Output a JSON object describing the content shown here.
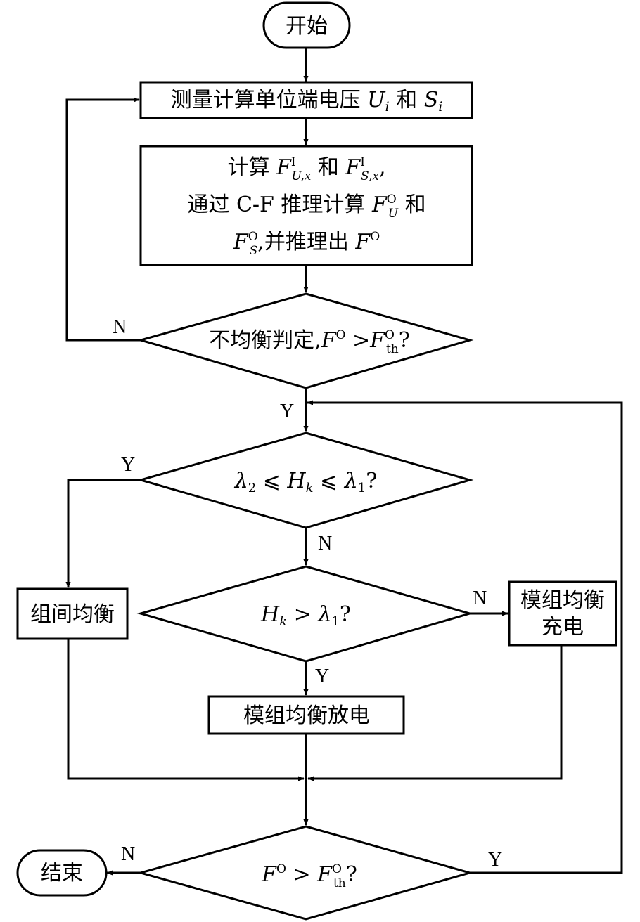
{
  "nodes": {
    "start": "开始",
    "measure": {
      "text": "测量计算单位端电压",
      "U": "U",
      "U_sub": "i",
      "and": "和",
      "S": "S",
      "S_sub": "i"
    },
    "compute": {
      "l1_pre": "计算",
      "l1_F": "F",
      "l1_sup1": "I",
      "l1_sub1": "U,x",
      "l1_and": "和",
      "l1_F2": "F",
      "l1_sup2": "I",
      "l1_sub2": "S,x",
      "l1_end": ",",
      "l2_pre": "通过 C-F 推理计算",
      "l2_F": "F",
      "l2_sup": "O",
      "l2_sub": "U",
      "l2_and": "和",
      "l3_F": "F",
      "l3_sup": "O",
      "l3_sub": "S",
      "l3_mid": ",并推理出",
      "l3_F2": "F",
      "l3_sup2": "O"
    },
    "imbalance": {
      "pre": "不均衡判定,",
      "F": "F",
      "sup": "O",
      "gt": ">",
      "F2": "F",
      "sup2": "O",
      "sub2": "th",
      "q": "?"
    },
    "lambda_check": {
      "l2": "λ",
      "l2_sub": "2",
      "le1": "⩽",
      "H": "H",
      "H_sub": "k",
      "le2": "⩽",
      "l1": "λ",
      "l1_sub": "1",
      "q": "?"
    },
    "hk_check": {
      "H": "H",
      "H_sub": "k",
      "gt": ">",
      "l1": "λ",
      "l1_sub": "1",
      "q": "?"
    },
    "inter_group": "组间均衡",
    "module_charge_l1": "模组均衡",
    "module_charge_l2": "充电",
    "module_discharge": "模组均衡放电",
    "final_check": {
      "F": "F",
      "sup": "O",
      "gt": ">",
      "F2": "F",
      "sup2": "O",
      "sub2": "th",
      "q": "?"
    },
    "end": "结束"
  },
  "edges": {
    "imbalance_no": "N",
    "imbalance_yes": "Y",
    "lambda_yes": "Y",
    "lambda_no": "N",
    "hk_no": "N",
    "hk_yes": "Y",
    "final_no": "N",
    "final_yes": "Y"
  }
}
